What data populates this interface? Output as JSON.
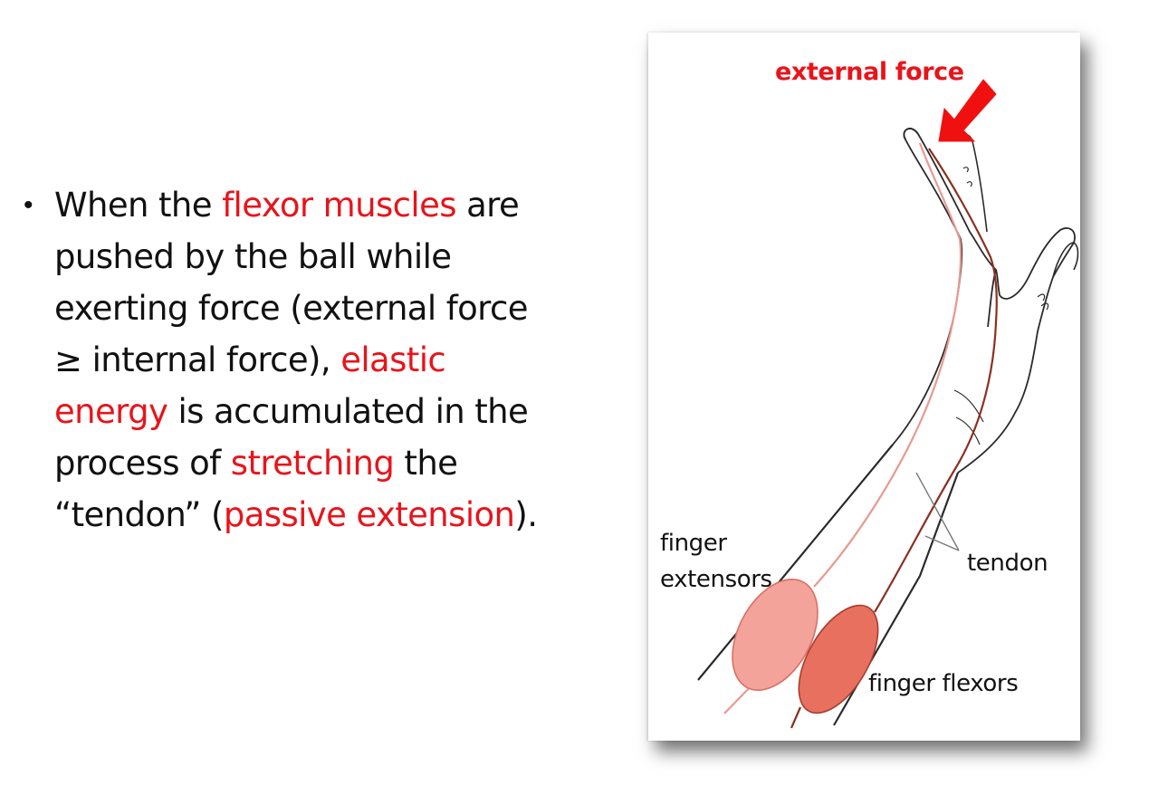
{
  "bullet": {
    "marker": "•",
    "lines": [
      [
        {
          "text": "When the ",
          "highlight": false
        },
        {
          "text": "flexor muscles",
          "highlight": true
        },
        {
          "text": " are",
          "highlight": false
        }
      ],
      [
        {
          "text": "pushed by the ball while",
          "highlight": false
        }
      ],
      [
        {
          "text": "exerting force (external force",
          "highlight": false
        }
      ],
      [
        {
          "text": "≥ internal force), ",
          "highlight": false
        },
        {
          "text": "elastic",
          "highlight": true
        }
      ],
      [
        {
          "text": "energy",
          "highlight": true
        },
        {
          "text": " is accumulated in the",
          "highlight": false
        }
      ],
      [
        {
          "text": "process of ",
          "highlight": false
        },
        {
          "text": "stretching",
          "highlight": true
        },
        {
          "text": " the",
          "highlight": false
        }
      ],
      [
        {
          "text": "“tendon” (",
          "highlight": false
        },
        {
          "text": "passive extension",
          "highlight": true
        },
        {
          "text": ").",
          "highlight": false
        }
      ]
    ]
  },
  "figure": {
    "labels": {
      "external_force": "external force",
      "finger": "finger",
      "extensors": "extensors",
      "tendon": "tendon",
      "finger_flexors": "finger flexors"
    },
    "colors": {
      "highlight": "#e8141b",
      "arrow": "#f01010",
      "extensor_muscle": "#f4a39a",
      "flexor_muscle": "#e7705f",
      "extensor_tendon": "#e89a90",
      "flexor_tendon": "#8a3020",
      "outline": "#2a2a2a"
    }
  }
}
